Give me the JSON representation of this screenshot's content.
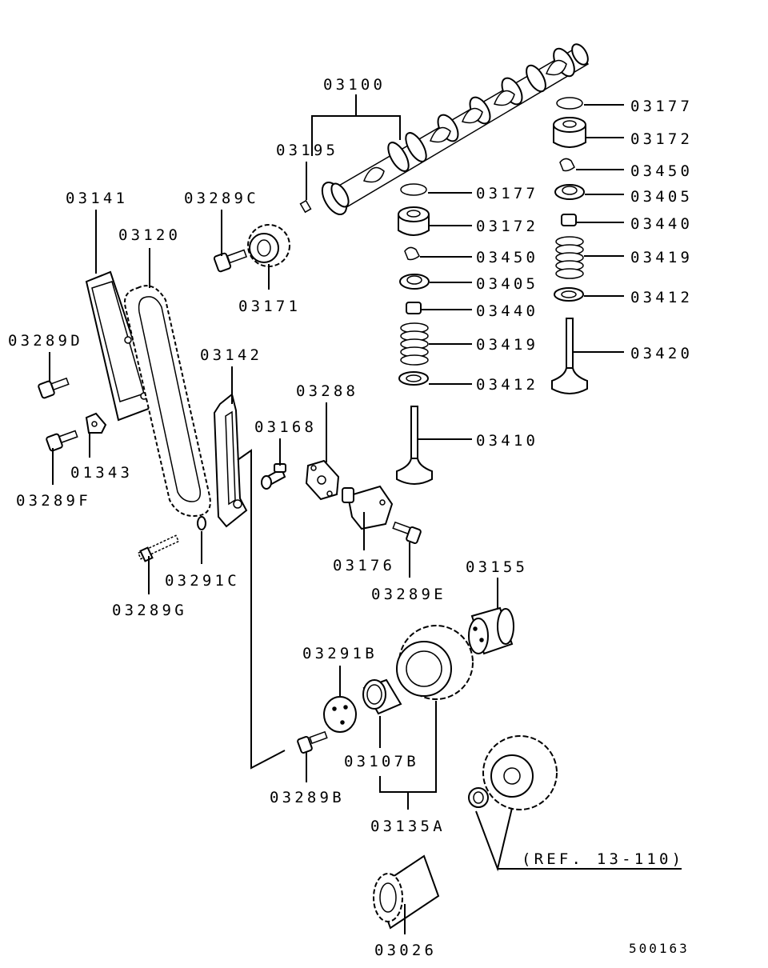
{
  "diagram": {
    "labels": {
      "p03100": "03100",
      "p03195": "03195",
      "p03177a": "03177",
      "p03177b": "03177",
      "p03172a": "03172",
      "p03172b": "03172",
      "p03450a": "03450",
      "p03450b": "03450",
      "p03405a": "03405",
      "p03405b": "03405",
      "p03440a": "03440",
      "p03440b": "03440",
      "p03419a": "03419",
      "p03419b": "03419",
      "p03412a": "03412",
      "p03412b": "03412",
      "p03410": "03410",
      "p03420": "03420",
      "p03141": "03141",
      "p03120": "03120",
      "p03289C": "03289C",
      "p03171": "03171",
      "p03289D": "03289D",
      "p03142": "03142",
      "p03288": "03288",
      "p03168": "03168",
      "p01343": "01343",
      "p03289F": "03289F",
      "p03176": "03176",
      "p03289E": "03289E",
      "p03291C": "03291C",
      "p03289G": "03289G",
      "p03155": "03155",
      "p03291B": "03291B",
      "p03107B": "03107B",
      "p03289B": "03289B",
      "p03135A": "03135A",
      "ref": "(REF. 13-110)",
      "p03026": "03026"
    },
    "drawing_number": "500163"
  }
}
